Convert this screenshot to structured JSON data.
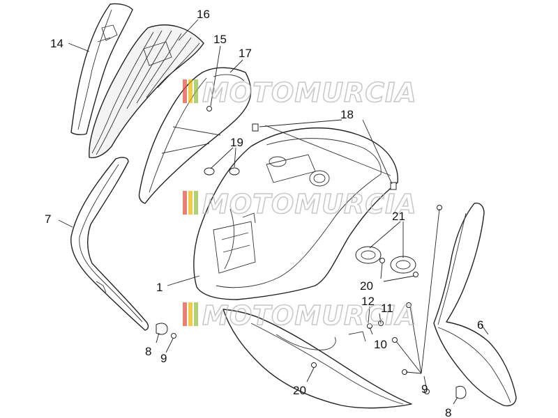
{
  "watermark": {
    "text": "MOTOMURCIA",
    "colors": [
      "#e24a3b",
      "#f0b400",
      "#8fbf3a"
    ]
  },
  "labels": {
    "l1": "1",
    "l6": "6",
    "l7": "7",
    "l8a": "8",
    "l8b": "8",
    "l9a": "9",
    "l9b": "9",
    "l10": "10",
    "l11": "11",
    "l12": "12",
    "l14": "14",
    "l15": "15",
    "l16": "16",
    "l17": "17",
    "l18": "18",
    "l19": "19",
    "l20a": "20",
    "l20b": "20",
    "l21": "21"
  }
}
